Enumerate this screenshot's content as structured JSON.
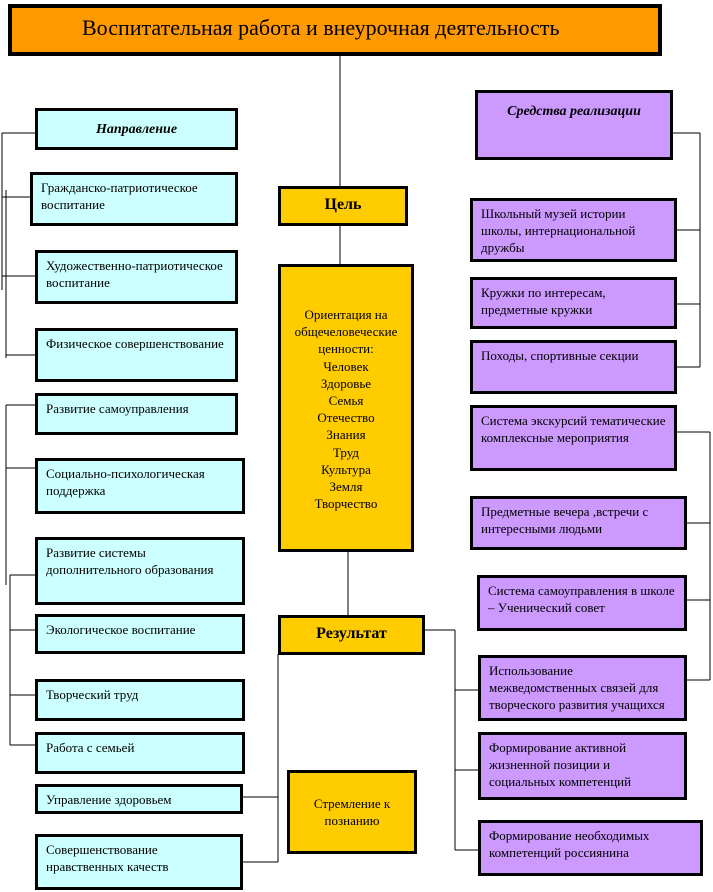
{
  "title": "Воспитательная работа и внеурочная деятельность",
  "directions": {
    "header": "Направление",
    "items": [
      "Гражданско-патриотическое воспитание",
      "Художественно-патриотическое воспитание",
      "Физическое совершенствование",
      "Развитие самоуправления",
      "Социально-психологическая поддержка",
      "Развитие системы дополнительного образования",
      "Экологическое воспитание",
      "Творческий труд",
      "Работа с семьей",
      "Управление здоровьем",
      "Совершенствование нравственных качеств"
    ]
  },
  "goal": {
    "header": "Цель",
    "lines": [
      "Ориентация на",
      "общечеловеческие",
      "ценности:",
      "Человек",
      "Здоровье",
      "Семья",
      "Отечество",
      "Знания",
      "Труд",
      "Культура",
      "Земля",
      "Творчество"
    ]
  },
  "result": {
    "header": "Результат",
    "text": "Стремление к познанию"
  },
  "means": {
    "header": "Средства реализации",
    "items": [
      "Школьный музей истории школы, интернациональной дружбы",
      "Кружки по интересам, предметные кружки",
      "Походы, спортивные секции",
      "Система экскурсий тематические комплексные мероприятия",
      "Предметные вечера ,встречи с интересными людьми",
      "Система самоуправления в школе – Ученический совет",
      "Использование межведомственных связей для творческого развития учащихся",
      "Формирование активной жизненной позиции и социальных компетенций",
      "Формирование необходимых компетенций россиянина"
    ]
  },
  "colors": {
    "title": "#ff9900",
    "directions": "#ccffff",
    "goal_result": "#ffcc00",
    "means": "#cc99ff"
  }
}
